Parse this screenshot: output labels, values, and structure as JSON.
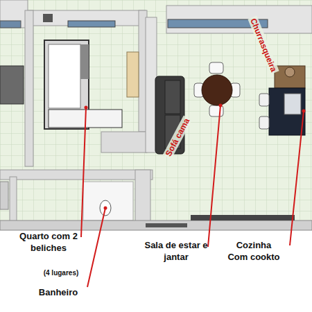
{
  "diagram": {
    "labels": [
      "Churrasqueira",
      "Sofá cama",
      "Quarto com 2 beliches",
      "(4 lugares)",
      "Sala de estar e jantar",
      "Cozinha Com cookto",
      "Banheiro"
    ]
  }
}
